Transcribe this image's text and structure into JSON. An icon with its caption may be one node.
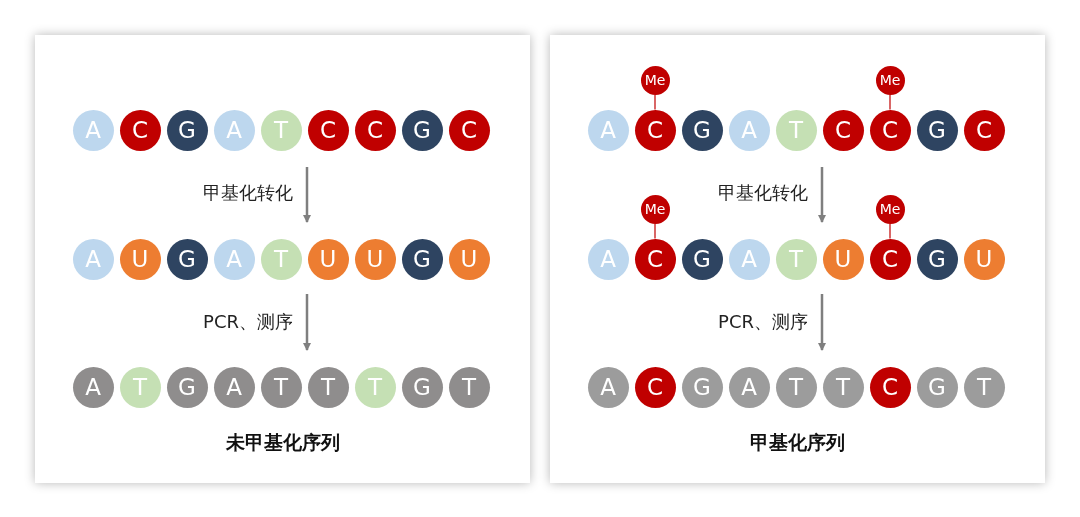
{
  "diagram": {
    "nodes": [
      {
        "text": [
          "未甲基化序列"
        ]
      },
      {
        "text": [
          "A"
        ],
        "in": 0
      },
      {
        "text": [
          "C"
        ],
        "in": 0
      },
      {
        "text": [
          "G"
        ],
        "in": 0
      },
      {
        "text": [
          "A"
        ],
        "in": 0
      },
      {
        "text": [
          "T"
        ],
        "in": 0
      },
      {
        "text": [
          "C"
        ],
        "in": 0
      },
      {
        "text": [
          "C"
        ],
        "in": 0
      },
      {
        "text": [
          "G"
        ],
        "in": 0
      },
      {
        "text": [
          "C"
        ],
        "in": 0
      },
      {
        "text": [
          "A"
        ],
        "in": 0
      },
      {
        "text": [
          "U"
        ],
        "in": 0
      },
      {
        "text": [
          "G"
        ],
        "in": 0
      },
      {
        "text": [
          "A"
        ],
        "in": 0
      },
      {
        "text": [
          "T"
        ],
        "in": 0
      },
      {
        "text": [
          "U"
        ],
        "in": 0
      },
      {
        "text": [
          "U"
        ],
        "in": 0
      },
      {
        "text": [
          "G"
        ],
        "in": 0
      },
      {
        "text": [
          "U"
        ],
        "in": 0
      },
      {
        "text": [
          "A"
        ],
        "in": 0
      },
      {
        "text": [
          "T"
        ],
        "in": 0
      },
      {
        "text": [
          "G"
        ],
        "in": 0
      },
      {
        "text": [
          "A"
        ],
        "in": 0
      },
      {
        "text": [
          "T"
        ],
        "in": 0
      },
      {
        "text": [
          "T"
        ],
        "in": 0
      },
      {
        "text": [
          "T"
        ],
        "in": 0
      },
      {
        "text": [
          "G"
        ],
        "in": 0
      },
      {
        "text": [
          "T"
        ],
        "in": 0
      },
      {
        "text": [
          "甲基化序列"
        ]
      },
      {
        "text": [
          "Me"
        ],
        "in": 28
      },
      {
        "text": [
          "Me"
        ],
        "in": 28
      },
      {
        "text": [
          "A"
        ],
        "in": 28
      },
      {
        "text": [
          "C"
        ],
        "in": 28
      },
      {
        "text": [
          "G"
        ],
        "in": 28
      },
      {
        "text": [
          "A"
        ],
        "in": 28
      },
      {
        "text": [
          "T"
        ],
        "in": 28
      },
      {
        "text": [
          "C"
        ],
        "in": 28
      },
      {
        "text": [
          "C"
        ],
        "in": 28
      },
      {
        "text": [
          "G"
        ],
        "in": 28
      },
      {
        "text": [
          "C"
        ],
        "in": 28
      },
      {
        "text": [
          "Me"
        ],
        "in": 28
      },
      {
        "text": [
          "Me"
        ],
        "in": 28
      },
      {
        "text": [
          "A"
        ],
        "in": 28
      },
      {
        "text": [
          "C"
        ],
        "in": 28
      },
      {
        "text": [
          "G"
        ],
        "in": 28
      },
      {
        "text": [
          "A"
        ],
        "in": 28
      },
      {
        "text": [
          "T"
        ],
        "in": 28
      },
      {
        "text": [
          "U"
        ],
        "in": 28
      },
      {
        "text": [
          "C"
        ],
        "in": 28
      },
      {
        "text": [
          "G"
        ],
        "in": 28
      },
      {
        "text": [
          "U"
        ],
        "in": 28
      },
      {
        "text": [
          "A"
        ],
        "in": 28
      },
      {
        "text": [
          "C"
        ],
        "in": 28
      },
      {
        "text": [
          "G"
        ],
        "in": 28
      },
      {
        "text": [
          "A"
        ],
        "in": 28
      },
      {
        "text": [
          "T"
        ],
        "in": 28
      },
      {
        "text": [
          "T"
        ],
        "in": 28
      },
      {
        "text": [
          "C"
        ],
        "in": 28
      },
      {
        "text": [
          "G"
        ],
        "in": 28
      },
      {
        "text": [
          "T"
        ],
        "in": 28
      }
    ],
    "edges": [
      {
        "from": 29,
        "to": 32,
        "arrow": "none"
      },
      {
        "from": 30,
        "to": 37,
        "arrow": "none"
      },
      {
        "from": 40,
        "to": 43,
        "arrow": "none"
      },
      {
        "from": 41,
        "to": 48,
        "arrow": "none"
      }
    ],
    "labels": [
      "甲基化转化",
      "PCR、测序",
      "甲基化转化",
      "PCR、测序"
    ]
  }
}
